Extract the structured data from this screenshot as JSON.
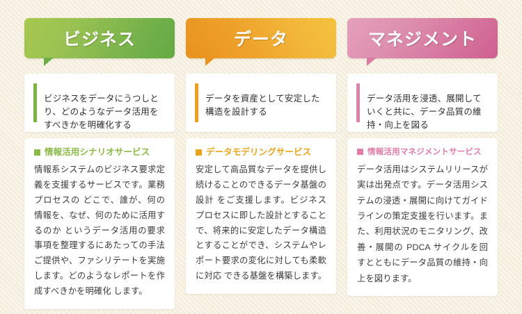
{
  "theme": {
    "background": "#f4eddc",
    "card_background": "#ffffff",
    "green": "#8cb948",
    "orange": "#e7a51e",
    "pink": "#dd7fa7"
  },
  "columns": [
    {
      "id": "business",
      "heading": "ビジネス",
      "accent": "#7cb342",
      "lead": "ビジネスをデータにうつしとり、どのようなデータ活用をすべきかを明確化する",
      "service_marker": "square-marker-icon",
      "service_title": "情報活用シナリオサービス",
      "service_body": "情報系システムのビジネス要求定義を支援するサービスです。業務プロセスの どこで、誰が、何の情報を、なぜ、何のために活用するのか というデータ活用の要求事項を整理するにあたっての手法ご提供や、ファシリテートを実施します。どのようなレポートを作成すべきかを明確化 します。"
    },
    {
      "id": "data",
      "heading": "データ",
      "accent": "#eda01f",
      "lead": "データを資産として安定した構造を設計する",
      "service_marker": "square-marker-icon",
      "service_title": "データモデリングサービス",
      "service_body": "安定して高品質なデータを提供し続けることのできるデータ基盤の設計 をご支援します。ビジネスプロセスに即した設計とすることで、将来的に安定したデータ構造とすることができ、システムやレポート要求の変化に対しても柔軟に対応 できる基盤を構築します。"
    },
    {
      "id": "management",
      "heading": "マネジメント",
      "accent": "#d983a8",
      "lead": "データ活用を浸透、展開していくと共に、データ品質の維持・向上を図る",
      "service_marker": "square-marker-icon",
      "service_title": "情報活用マネジメントサービス",
      "service_body": "データ活用はシステムリリースが実は出発点です。データ活用システムの浸透・展開に向けてガイドラインの策定支援を行います。また、利用状況のモニタリング、改善・展開の PDCA サイクルを回すとともにデータ品質の維持・向上を図ります。"
    }
  ]
}
